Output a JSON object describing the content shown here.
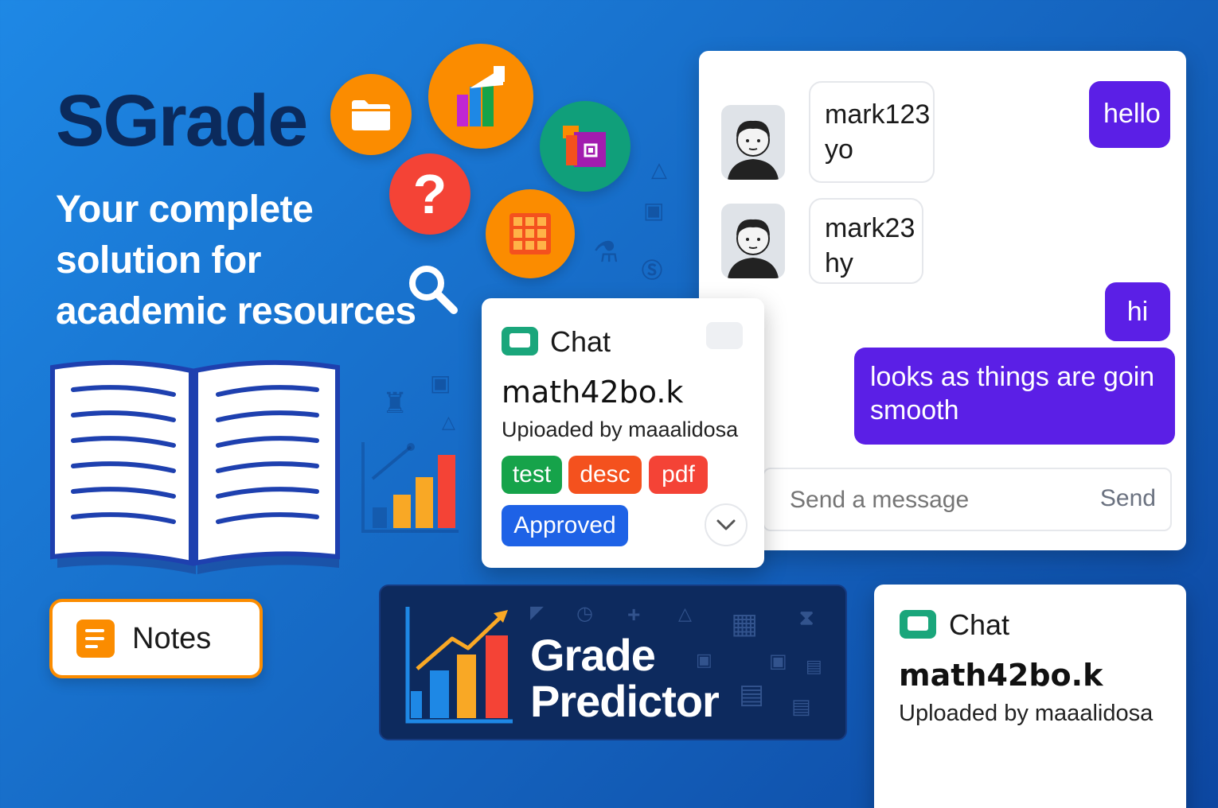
{
  "brand": {
    "title": "SGrade",
    "tagline_1": "Your complete",
    "tagline_2": "solution for",
    "tagline_3": "academic resources"
  },
  "notes_button": {
    "label": "Notes"
  },
  "chat": {
    "incoming": [
      {
        "username": "mark123",
        "text": "yo"
      },
      {
        "username": "mark23",
        "text": "hy"
      }
    ],
    "outgoing": [
      {
        "text": "hello"
      },
      {
        "text": "hi"
      },
      {
        "text_1": "looks as things are goin",
        "text_2": "smooth"
      }
    ],
    "composer": {
      "placeholder": "Send a message",
      "send_label": "Send"
    }
  },
  "resource_card": {
    "heading": "Chat",
    "title": "math42bo.k",
    "uploader": "Upioaded by maaalidosa",
    "tags": [
      "test",
      "desc",
      "pdf"
    ],
    "status": "Approved"
  },
  "grade_predictor": {
    "title_1": "Grade",
    "title_2": "Predictor"
  },
  "resource_card_2": {
    "heading": "Chat",
    "title": "math42bo.k",
    "uploader": "Uploaded by maaalidosa"
  },
  "colors": {
    "accent_purple": "#5b1fe6",
    "orange": "#fb8c00",
    "green": "#1aa67b",
    "red": "#f44336",
    "approved_blue": "#1e62e6",
    "navy": "#0d2a5e"
  }
}
